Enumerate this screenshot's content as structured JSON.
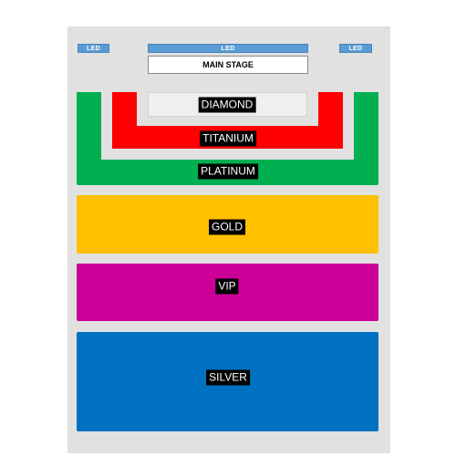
{
  "led_left": "LED",
  "led_center": "LED",
  "led_right": "LED",
  "main_stage": "MAIN STAGE",
  "sections": {
    "diamond": {
      "label": "DIAMOND",
      "color": "#efefef"
    },
    "titanium": {
      "label": "TITANIUM",
      "color": "#ff0000"
    },
    "platinum": {
      "label": "PLATINUM",
      "color": "#00b050"
    },
    "gold": {
      "label": "GOLD",
      "color": "#ffc000"
    },
    "vip": {
      "label": "VIP",
      "color": "#cc0099"
    },
    "silver": {
      "label": "SILVER",
      "color": "#0070c0"
    }
  },
  "colors": {
    "led": "#5b9bd5",
    "background": "#e1e1e1"
  }
}
